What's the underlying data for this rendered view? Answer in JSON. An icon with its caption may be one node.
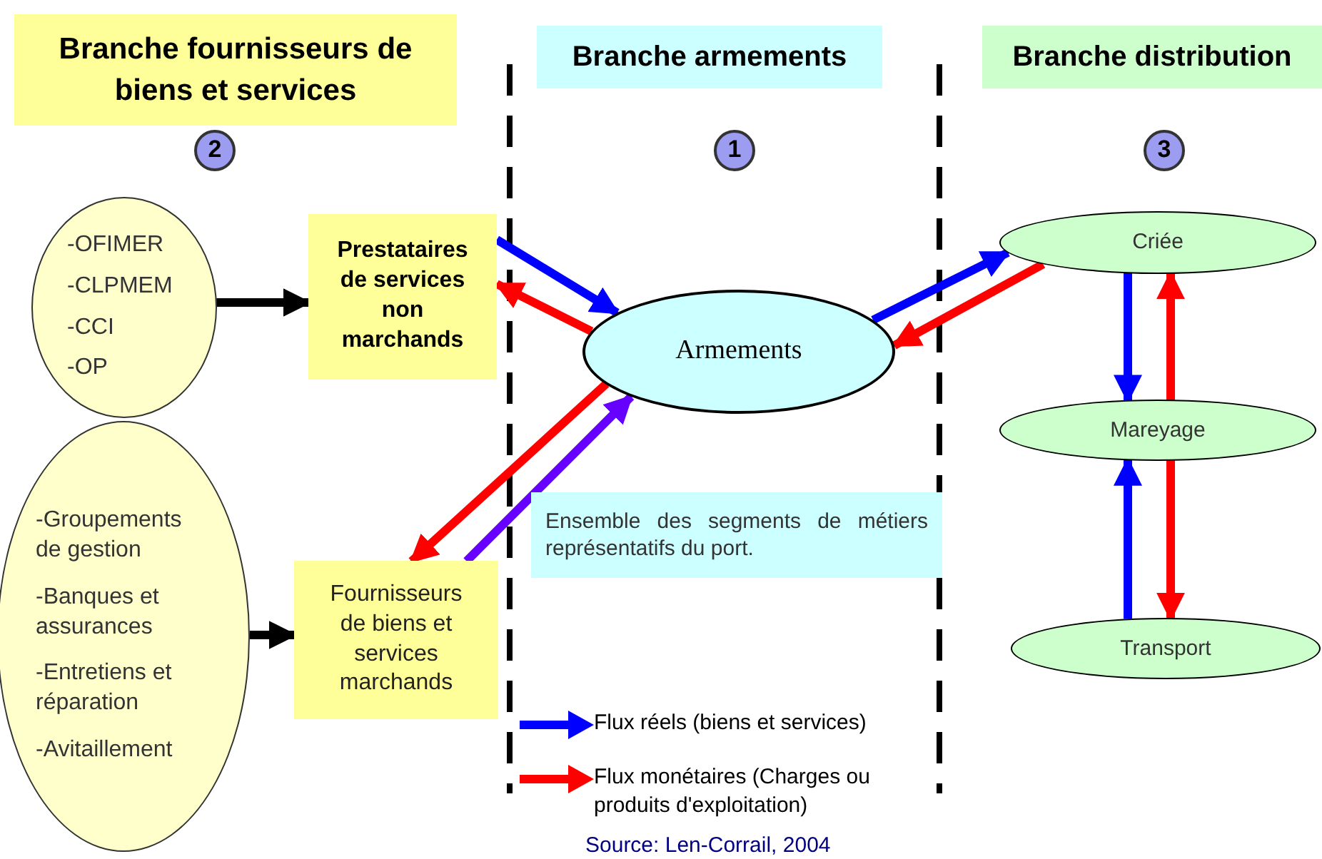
{
  "diagram": {
    "nodes": [
      {
        "text": [
          "Branche fournisseurs de biens et services"
        ]
      },
      {
        "text": [
          "Branche armements"
        ]
      },
      {
        "text": [
          "Branche distribution"
        ]
      },
      {
        "text": [
          "2"
        ]
      },
      {
        "text": [
          "1"
        ]
      },
      {
        "text": [
          "3"
        ]
      },
      {
        "text": [
          "-OFIMER",
          "-CLPMEM",
          "-CCI",
          "-OP"
        ]
      },
      {
        "text": [
          "Prestataires de services non marchands"
        ]
      },
      {
        "text": [
          "Armements"
        ]
      },
      {
        "text": [
          "Criée"
        ]
      },
      {
        "text": [
          "Mareyage"
        ]
      },
      {
        "text": [
          "Transport"
        ]
      },
      {
        "text": [
          "-Groupements de gestion",
          "-Banques et assurances",
          "-Entretiens et réparation",
          "-Avitaillement"
        ]
      },
      {
        "text": [
          "Fournisseurs de biens et services marchands"
        ]
      },
      {
        "text": [
          "Ensemble des segments de métiers représentatifs du port."
        ]
      }
    ],
    "edges": [
      {
        "from": 6,
        "to": 7,
        "arrow": "to",
        "color": "#000000"
      },
      {
        "from": 7,
        "to": 8,
        "arrow": "to",
        "color": "#0000ff"
      },
      {
        "from": 8,
        "to": 7,
        "arrow": "to",
        "color": "#ff0000"
      },
      {
        "from": 8,
        "to": 13,
        "arrow": "to",
        "color": "#ff0000"
      },
      {
        "from": 13,
        "to": 8,
        "arrow": "to",
        "color": "#6600ff"
      },
      {
        "from": 8,
        "to": 9,
        "arrow": "to",
        "color": "#0000ff"
      },
      {
        "from": 9,
        "to": 8,
        "arrow": "to",
        "color": "#ff0000"
      },
      {
        "from": 9,
        "to": 10,
        "arrow": "to",
        "color": "#0000ff"
      },
      {
        "from": 10,
        "to": 9,
        "arrow": "to",
        "color": "#ff0000"
      },
      {
        "from": 11,
        "to": 10,
        "arrow": "to",
        "color": "#0000ff"
      },
      {
        "from": 10,
        "to": 11,
        "arrow": "to",
        "color": "#ff0000"
      },
      {
        "from": 12,
        "to": 13,
        "arrow": "to",
        "color": "#000000"
      }
    ],
    "labels": [
      "Source: Len-Corrail, 2004"
    ],
    "legend": [
      {
        "text": "Flux réels (biens et services)",
        "color": "#0000ff"
      },
      {
        "text": "Flux monétaires (Charges ou produits d'exploitation)",
        "color": "#ff0000"
      }
    ]
  }
}
